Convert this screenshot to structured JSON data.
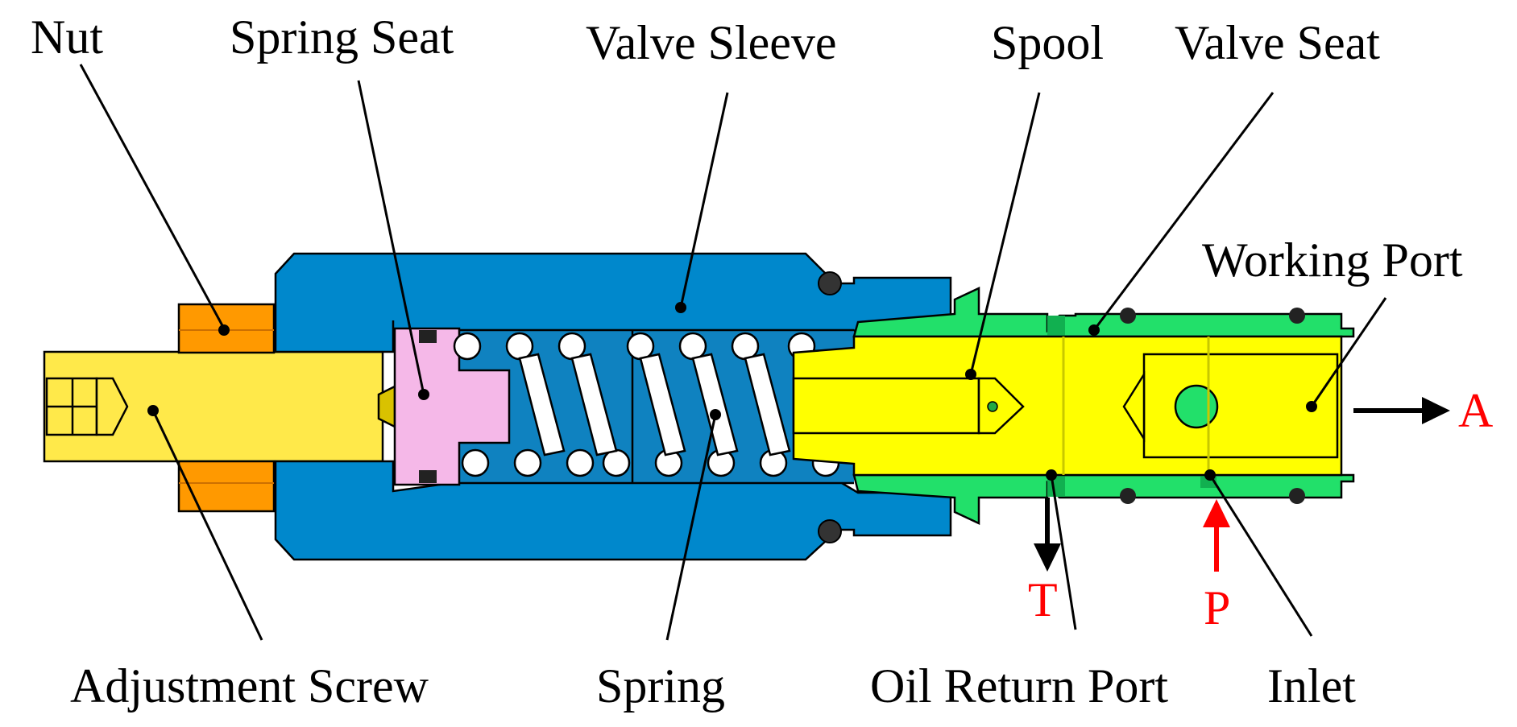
{
  "labels": {
    "nut": "Nut",
    "spring_seat": "Spring Seat",
    "valve_sleeve": "Valve Sleeve",
    "spool": "Spool",
    "valve_seat": "Valve Seat",
    "working_port": "Working Port",
    "adjustment_screw": "Adjustment Screw",
    "spring": "Spring",
    "oil_return_port": "Oil Return Port",
    "inlet": "Inlet"
  },
  "ports": {
    "a": "A",
    "t": "T",
    "p": "P"
  },
  "colors": {
    "screw": "#ffe94a",
    "spool": "#ffff00",
    "nut": "#ff9900",
    "sleeve": "#0088cc",
    "spring_seat": "#f5b8e8",
    "valve_seat": "#22e06a",
    "port_label": "#ff0000",
    "spring_coil": "#ffffff"
  }
}
